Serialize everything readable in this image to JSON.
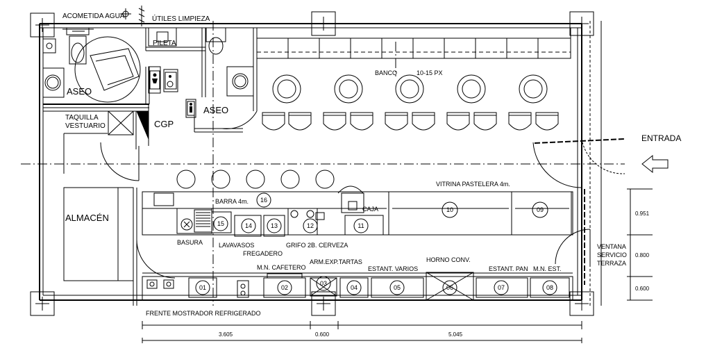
{
  "labels": {
    "acometida_agua": "ACOMETIDA AGUA",
    "utiles_limpieza": "ÚTILES LIMPIEZA",
    "pileta": "PILETA",
    "aseo_1": "ASEO",
    "aseo_2": "ASEO",
    "banco": "BANCO",
    "banco_capacity": "10-15 PX",
    "taquilla": "TAQUILLA",
    "vestuario": "VESTUARIO",
    "cgp": "CGP",
    "entrada": "ENTRADA",
    "vitrina": "VITRINA PASTELERA 4m.",
    "barra": "BARRA 4m.",
    "caja": "CAJA",
    "almacen": "ALMACÉN",
    "basura": "BASURA",
    "lavavasos": "LAVAVASOS",
    "fregadero": "FREGADERO",
    "grifo": "GRIFO 2B. CERVEZA",
    "arm_exp": "ARM.EXP.TARTAS",
    "horno": "HORNO CONV.",
    "mn_cafetero": "M.N. CAFETERO",
    "estant_varios": "ESTANT. VARIOS",
    "estant_pan": "ESTANT. PAN",
    "mn_est": "M.N. EST.",
    "ventana_1": "VENTANA",
    "ventana_2": "SERVICIO",
    "ventana_3": "TERRAZA",
    "frente": "FRENTE MOSTRADOR REFRIGERADO"
  },
  "dimensions": {
    "d1": "3.605",
    "d2": "0.600",
    "d3": "5.045",
    "d4": "0.951",
    "d5": "0.800",
    "d6": "0.600"
  },
  "equipment": {
    "n16": "16",
    "n15": "15",
    "n14": "14",
    "n13": "13",
    "n12": "12",
    "n11": "11",
    "n10": "10",
    "n09": "09",
    "n01": "01",
    "n02": "02",
    "n03": "03",
    "n04": "04",
    "n05": "05",
    "n06": "06",
    "n07": "07",
    "n08": "08"
  }
}
